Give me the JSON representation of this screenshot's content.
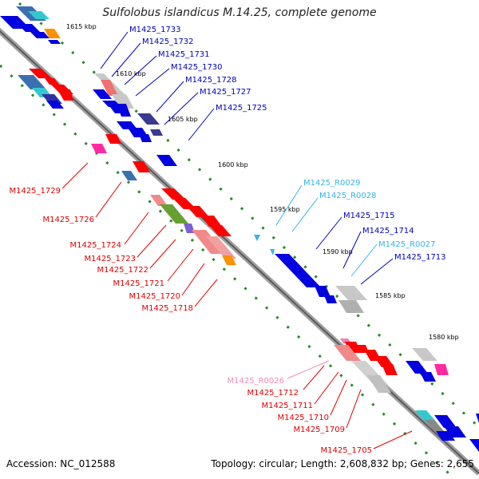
{
  "title": "Sulfolobus islandicus M.14.25, complete genome",
  "footer": {
    "accession": "Accession: NC_012588",
    "summary": "Topology: circular; Length: 2,608,832 bp; Genes: 2,655"
  },
  "scale_labels": [
    "1615 kbp",
    "1610 kbp",
    "1605 kbp",
    "1600 kbp",
    "1595 kbp",
    "1590 kbp",
    "1585 kbp",
    "1580 kbp"
  ],
  "gene_labels": {
    "blue": [
      "M1425_1733",
      "M1425_1732",
      "M1425_1731",
      "M1425_1730",
      "M1425_1728",
      "M1425_1727",
      "M1425_1725",
      "M1425_1715",
      "M1425_1714",
      "M1425_1713"
    ],
    "cyan": [
      "M1425_R0029",
      "M1425_R0028",
      "M1425_R0027"
    ],
    "red": [
      "M1425_1729",
      "M1425_1726",
      "M1425_1724",
      "M1425_1723",
      "M1425_1722",
      "M1425_1721",
      "M1425_1720",
      "M1425_1718",
      "M1425_1712",
      "M1425_1711",
      "M1425_1710",
      "M1425_1709",
      "M1425_1705"
    ],
    "pink": [
      "M1425_R0026"
    ]
  },
  "colors": {
    "forward_label": "#0000c0",
    "rna_label": "#33b5e5",
    "reverse_label": "#e00000",
    "pseudo_label": "#f08cb4",
    "backbone": "#808080",
    "tick": "#2a8a2a"
  }
}
